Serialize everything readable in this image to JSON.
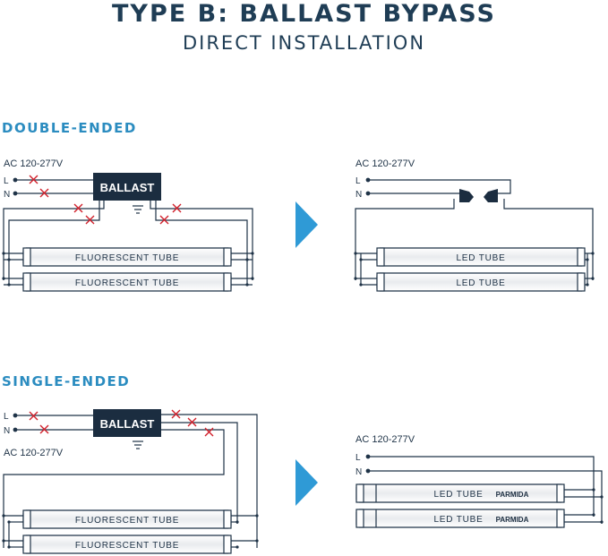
{
  "header": {
    "title": "TYPE B: BALLAST BYPASS",
    "subtitle": "DIRECT INSTALLATION"
  },
  "sections": {
    "double_ended": "DOUBLE-ENDED",
    "single_ended": "SINGLE-ENDED"
  },
  "labels": {
    "ac": "AC 120-277V",
    "line": "L",
    "neutral": "N",
    "ballast": "BALLAST",
    "fluorescent_tube": "FLUORESCENT TUBE",
    "led_tube": "LED TUBE",
    "brand": "PARMIDA"
  },
  "colors": {
    "navy": "#1f3d55",
    "accent": "#2b8cc0",
    "arrow": "#2f9ad6",
    "cross": "#d11f2a"
  }
}
